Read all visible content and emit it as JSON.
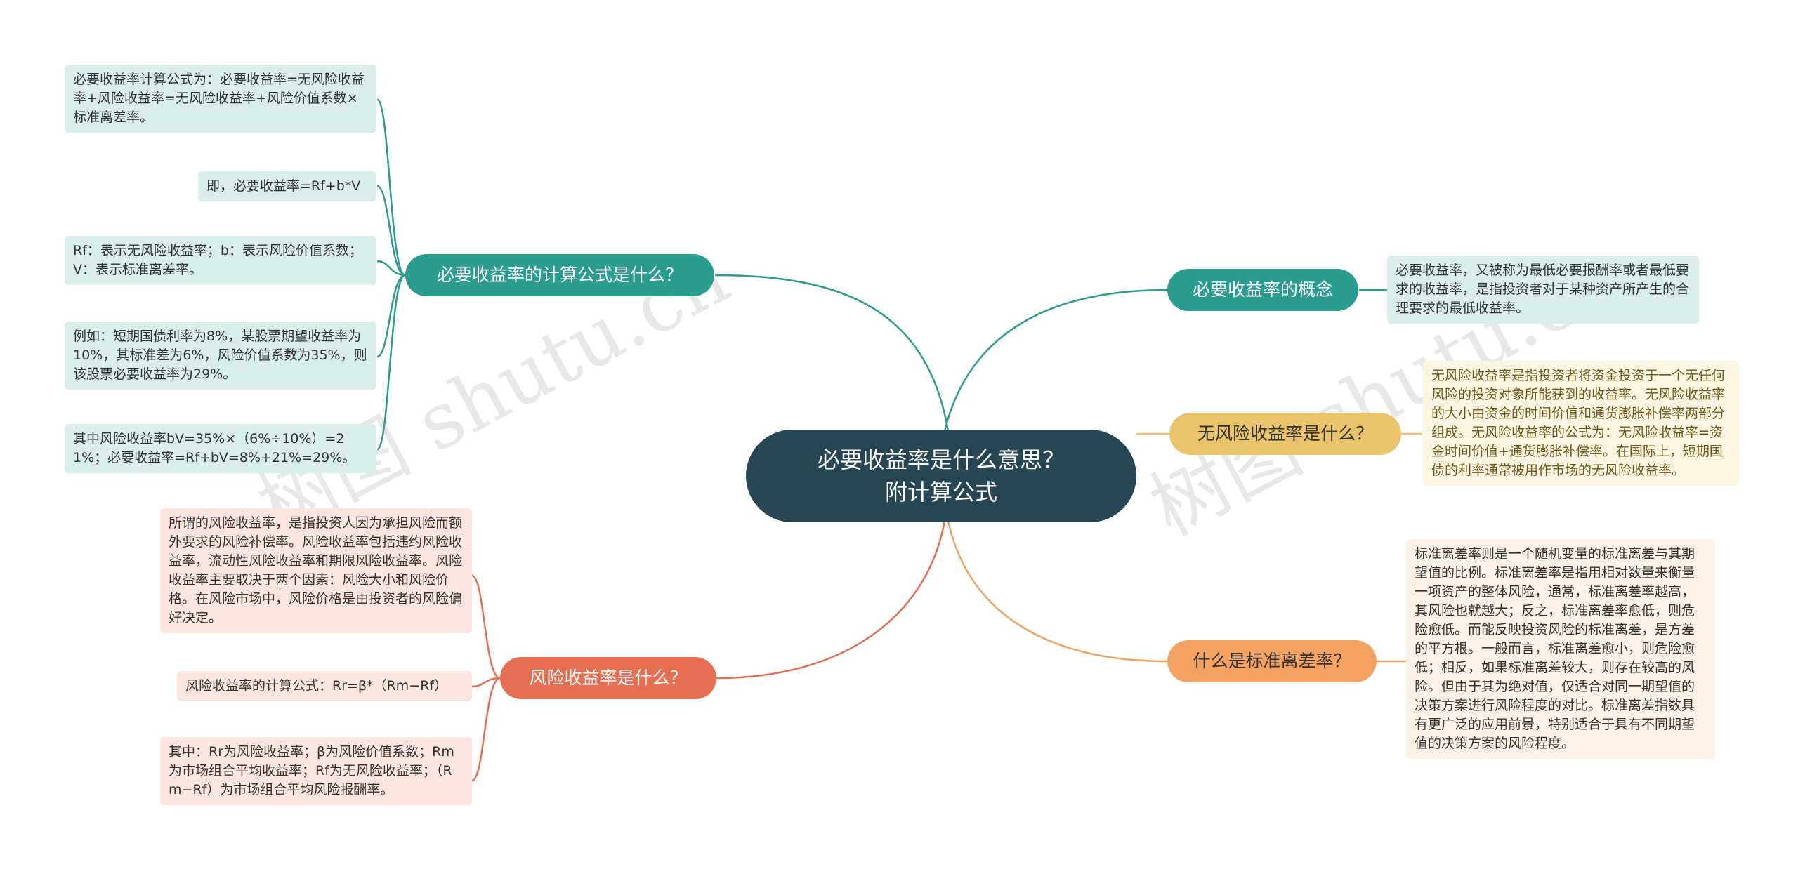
{
  "center": {
    "line1": "必要收益率是什么意思？",
    "line2": "附计算公式"
  },
  "branches": {
    "formula": {
      "label": "必要收益率的计算公式是什么？",
      "leaves": [
        "必要收益率计算公式为：必要收益率=无风险收益率+风险收益率=无风险收益率+风险价值系数×标准离差率。",
        "即，必要收益率=Rf+b*V",
        "Rf：表示无风险收益率；b：表示风险价值系数；V：表示标准离差率。",
        "例如：短期国债利率为8%，某股票期望收益率为10%，其标准差为6%，风险价值系数为35%，则该股票必要收益率为29%。",
        "其中风险收益率bV=35%×（6%÷10%）=21%；必要收益率=Rf+bV=8%+21%=29%。"
      ]
    },
    "risk": {
      "label": "风险收益率是什么？",
      "leaves": [
        "所谓的风险收益率，是指投资人因为承担风险而额外要求的风险补偿率。风险收益率包括违约风险收益率，流动性风险收益率和期限风险收益率。风险收益率主要取决于两个因素：风险大小和风险价格。在风险市场中，风险价格是由投资者的风险偏好决定。",
        "风险收益率的计算公式：Rr=β*（Rm−Rf）",
        "其中：Rr为风险收益率；β为风险价值系数；Rm为市场组合平均收益率；Rf为无风险收益率；（Rm−Rf）为市场组合平均风险报酬率。"
      ]
    },
    "concept": {
      "label": "必要收益率的概念",
      "leaves": [
        "必要收益率，又被称为最低必要报酬率或者最低要求的收益率，是指投资者对于某种资产所产生的合理要求的最低收益率。"
      ]
    },
    "riskfree": {
      "label": "无风险收益率是什么？",
      "leaves": [
        "无风险收益率是指投资者将资金投资于一个无任何风险的投资对象所能获到的收益率。无风险收益率的大小由资金的时间价值和通货膨胀补偿率两部分组成。无风险收益率的公式为：无风险收益率=资金时间价值+通货膨胀补偿率。在国际上，短期国债的利率通常被用作市场的无风险收益率。"
      ]
    },
    "stddev": {
      "label": "什么是标准离差率？",
      "leaves": [
        "标准离差率则是一个随机变量的标准离差与其期望值的比例。标准离差率是指用相对数量来衡量一项资产的整体风险，通常，标准离差率越高，其风险也就越大；反之，标准离差率愈低，则危险愈低。而能反映投资风险的标准离差，是方差的平方根。一般而言，标准离差愈小，则危险愈低；相反，如果标准离差较大，则存在较高的风险。但由于其为绝对值，仅适合对同一期望值的决策方案进行风险程度的对比。标准离差指数具有更广泛的应用前景，特别适合于具有不同期望值的决策方案的风险程度。"
      ]
    }
  },
  "watermark": "树图 shutu.cn",
  "colors": {
    "center": "#264653",
    "teal": "#2a9d8f",
    "yellow": "#e9c46a",
    "orange": "#f4a261",
    "red": "#e76f51"
  }
}
